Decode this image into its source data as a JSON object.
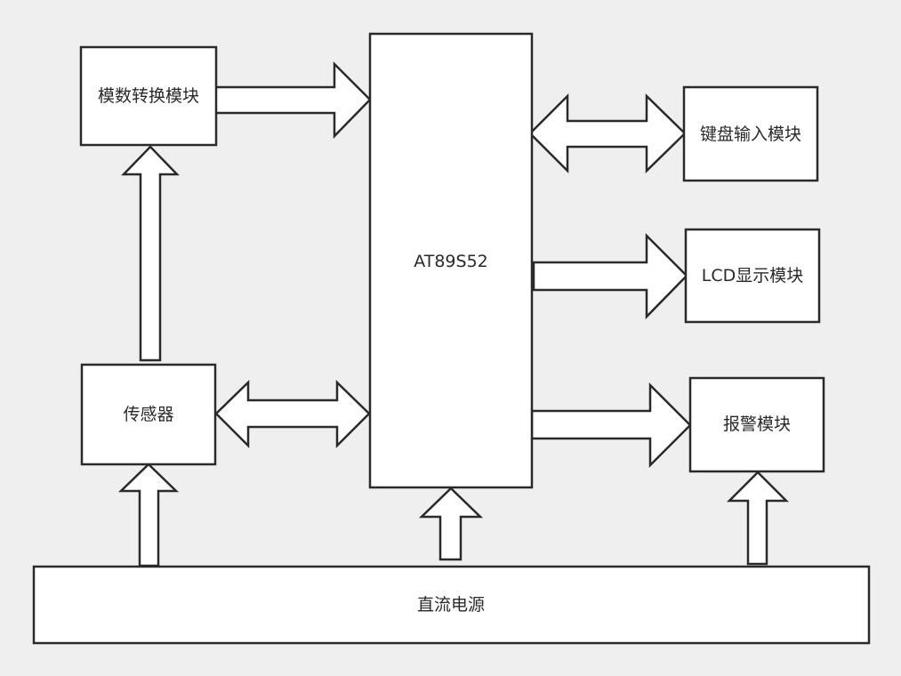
{
  "diagram": {
    "nodes": {
      "adc": "模数转换模块",
      "mcu": "AT89S52",
      "keyboard": "键盘输入模块",
      "lcd": "LCD显示模块",
      "alarm": "报警模块",
      "sensor": "传感器",
      "power": "直流电源"
    },
    "colors": {
      "background": "#efefef",
      "box_fill": "#ffffff",
      "stroke": "#2a2a2a"
    }
  }
}
